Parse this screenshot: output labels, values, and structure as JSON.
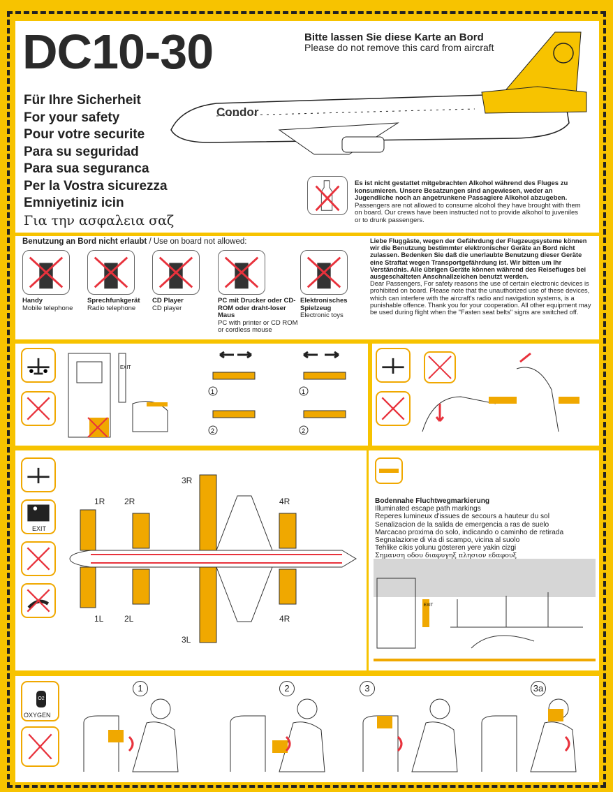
{
  "header": {
    "model": "DC10-30",
    "keep_de": "Bitte lassen Sie diese Karte an Bord",
    "keep_en": "Please do not remove this card from aircraft",
    "airline": "Condor",
    "safety_lines": [
      "Für Ihre Sicherheit",
      "For your safety",
      "Pour votre securite",
      "Para su seguridad",
      "Para sua seguranca",
      "Per la Vostra sicurezza",
      "Emniyetiniz icin",
      "Για την ασφαλεια σαζ"
    ]
  },
  "alcohol": {
    "de": "Es ist nicht gestattet mitgebrachten Alkohol während des Fluges zu konsumieren. Unsere Besatzungen sind angewiesen, weder an Jugendliche noch an angetrunkene Passagiere Alkohol abzugeben.",
    "en": "Passengers are not allowed to consume alcohol they have brought with them on board. Our crews have been instructed not to provide alkohol to juveniles or to drunk passengers."
  },
  "devices": {
    "heading_de": "Benutzung an Bord nicht erlaubt",
    "heading_en": " / Use on board not allowed:",
    "items": [
      {
        "de": "Handy",
        "en": "Mobile telephone"
      },
      {
        "de": "Sprechfunkgerät",
        "en": "Radio telephone"
      },
      {
        "de": "CD Player",
        "en": "CD player"
      },
      {
        "de": "PC mit Drucker oder CD-ROM oder draht-loser Maus",
        "en": "PC with printer or CD ROM or cordless mouse"
      },
      {
        "de": "Elektronisches Spielzeug",
        "en": "Electronic toys"
      }
    ],
    "notice_de": "Liebe Fluggäste, wegen der Gefährdung der Flugzeugsysteme können wir die Benutzung bestimmter elektronischer Geräte an Bord nicht zulassen. Bedenken Sie daß die unerlaubte Benutzung dieser Geräte eine Straftat wegen Transportgefährdung ist. Wir bitten um Ihr Verständnis. Alle übrigen Geräte können während des Reisefluges bei ausgeschalteten Anschnallzeichen benutzt werden.",
    "notice_en": "Dear Passengers, For safety reasons the use of certain electronic devices is prohibited on board. Please note that the unauthorized use of these devices, which can interfere with the aircraft's radio and navigation systems, is a punishable offence. Thank you for your cooperation. All other equipment may be used during flight when the \"Fasten seat belts\" signs are switched off."
  },
  "seatbelt": {
    "exit_label": "EXIT",
    "steps": [
      "1",
      "2",
      "1",
      "2"
    ]
  },
  "exits": {
    "doors": [
      "1R",
      "2R",
      "3R",
      "4R",
      "1L",
      "2L",
      "3L",
      "4R"
    ],
    "exit_icon_label": "EXIT"
  },
  "escape_path": {
    "lines": [
      "Bodennahe Fluchtwegmarkierung",
      "Illuminated  escape path markings",
      "Reperes lumineux d'issues de secours a hauteur du sol",
      "Senalizacion de la salida de emergencia a ras de suelo",
      "Marcacao proxima do solo, indicando o caminho de retirada",
      "Segnalazione di via di scampo, vicina al suolo",
      "Tehlike cikis yolunu gösteren yere yakin cizgi",
      "Σημανση οδου διαφυγηξ πλησιον εδαφουξ"
    ],
    "exit_sign": "EXIT"
  },
  "oxygen": {
    "label": "OXYGEN",
    "o2": "O2",
    "steps": [
      "1",
      "2",
      "3",
      "3a"
    ]
  },
  "colors": {
    "yellow": "#f7c300",
    "red": "#e8323c",
    "orange": "#f0a800"
  }
}
